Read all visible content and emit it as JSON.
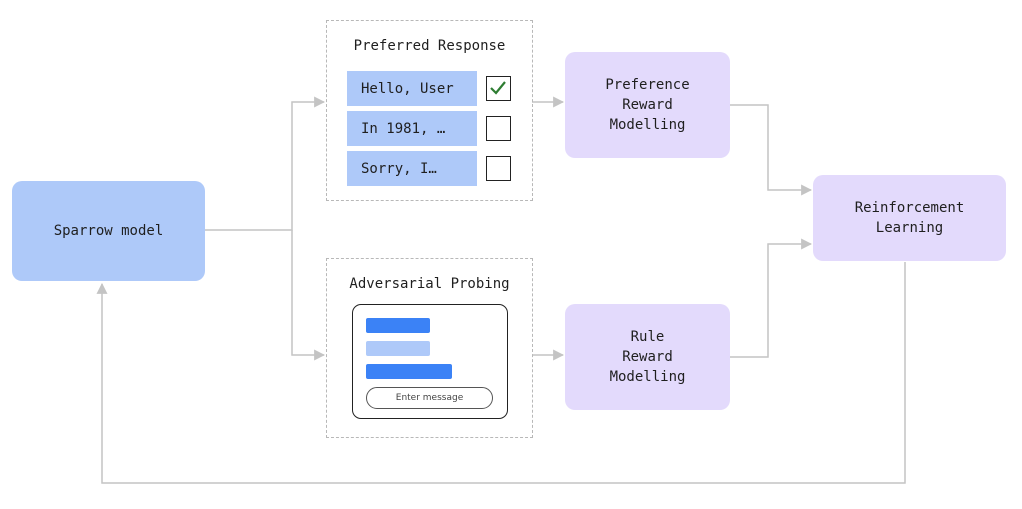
{
  "nodes": {
    "sparrow": "Sparrow model",
    "preference": "Preference\nReward\nModelling",
    "rule": "Rule\nReward\nModelling",
    "rl": "Reinforcement\nLearning"
  },
  "preferred": {
    "title": "Preferred Response",
    "responses": [
      {
        "text": "Hello, User",
        "checked": true
      },
      {
        "text": "In 1981, …",
        "checked": false
      },
      {
        "text": "Sorry, I…",
        "checked": false
      }
    ]
  },
  "adversarial": {
    "title": "Adversarial Probing",
    "input_placeholder": "Enter message"
  },
  "colors": {
    "model_blue": "#aec9f9",
    "reward_purple": "#e3dafc",
    "chat_bar_blue": "#3b82f6",
    "chat_bar_light": "#aec9f9",
    "connector_gray": "#c4c4c4",
    "check_green": "#2e7d32"
  }
}
